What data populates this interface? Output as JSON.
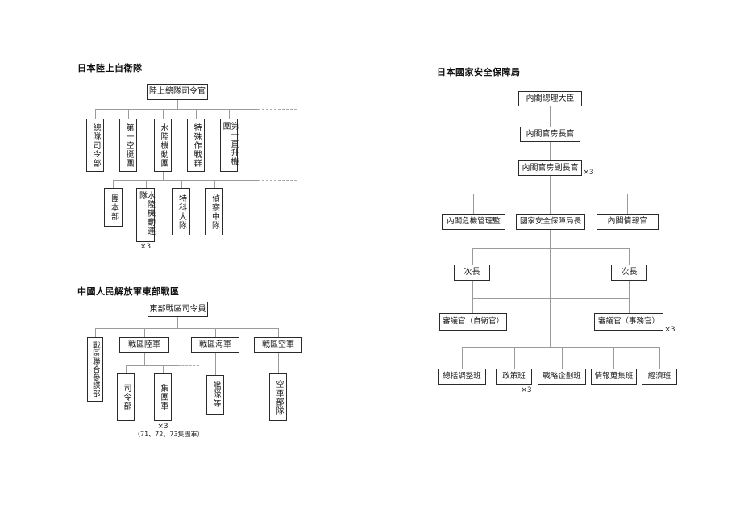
{
  "style": {
    "line_color": "#9b9b9b",
    "box_border_color": "#2a2a2a",
    "background_color": "#ffffff"
  },
  "charts": {
    "gsdf": {
      "title": "日本陸上自衛隊",
      "root": "陸上總隊司令官",
      "l1": [
        "總隊司令部",
        "第一空挺團",
        "水陸機動團",
        "特殊作戰群",
        "第一直升機團"
      ],
      "l2": [
        "團本部",
        "水陸機動連隊",
        "特科大隊",
        "偵察中隊"
      ],
      "l2_note": "×3"
    },
    "pla": {
      "title": "中國人民解放軍東部戰區",
      "root": "東部戰區司令員",
      "staff": "戰區聯合參謀部",
      "l1": [
        "戰區陸軍",
        "戰區海軍",
        "戰區空軍"
      ],
      "army_children": [
        "司令部",
        "集團軍"
      ],
      "army_note": "×3",
      "army_note2": "（71、72、73集團軍）",
      "navy_child": "艦隊等",
      "air_child": "空軍部隊"
    },
    "nss": {
      "title": "日本國家安全保障局",
      "chain": [
        "內閣總理大臣",
        "內閣官房長官",
        "內閣官房副長官"
      ],
      "chain_note": "×3",
      "l1": [
        "內閣危機管理監",
        "國家安全保障局長",
        "內閣情報官"
      ],
      "deputy_left": "次長",
      "deputy_right": "次長",
      "councillor_left": "審議官（自衛官）",
      "councillor_right": "審議官（事務官）",
      "councillor_note": "×3",
      "teams": [
        "總括調整班",
        "政策班",
        "戰略企劃班",
        "情報蒐集班",
        "經濟班"
      ],
      "team_note": "×3"
    }
  }
}
